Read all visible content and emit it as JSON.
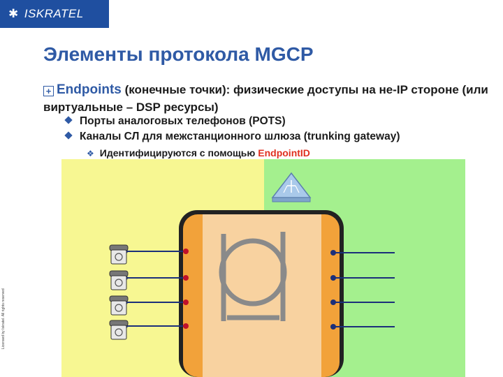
{
  "brand": {
    "logo_text": "ISKRATEL"
  },
  "slide": {
    "title": "Элементы протокола MGCP",
    "bullet_main": {
      "keyword": "Endpoints",
      "text": " (конечные точки): физические доступы на не-IP стороне (или виртуальные – DSP ресурсы)"
    },
    "sub_bullets": [
      "Порты аналоговых телефонов (POTS)",
      "Каналы СЛ для межстанционного шлюза (trunking gateway)"
    ],
    "subsub_bullet": {
      "text": "Идентифицируются с помощью ",
      "highlight": "EndpointID"
    },
    "copyright": "Licensed by Iskratel. All rights reserved"
  },
  "colors": {
    "accent_blue": "#2f5aa5",
    "highlight_red": "#e03020",
    "left_panel": "#f7f792",
    "right_panel": "#a4f08e",
    "gateway_orange": "#f2a23a",
    "gateway_core": "#f8d2a0"
  }
}
